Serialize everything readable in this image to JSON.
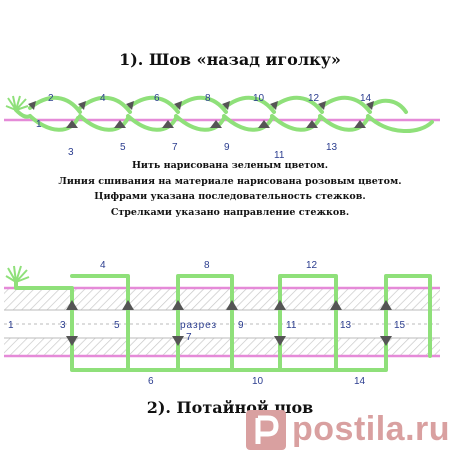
{
  "diagram_1": {
    "title": "1). Шов «назад иголку»",
    "top_numbers": [
      "2",
      "4",
      "6",
      "8",
      "10",
      "12",
      "14"
    ],
    "bottom_numbers": [
      "1",
      "3",
      "5",
      "7",
      "9",
      "11",
      "13"
    ]
  },
  "notes": [
    "Нить нарисована зеленым цветом.",
    "Линия сшивания на материале нарисована розовым цветом.",
    "Цифрами указана последовательность стежков.",
    "Стрелками указано направление стежков."
  ],
  "diagram_2": {
    "title": "2). Потайной шов",
    "cut_label": "разрез",
    "labels_top": [
      "4",
      "8",
      "12"
    ],
    "labels_bottom": [
      "6",
      "10",
      "14"
    ],
    "labels_middle": [
      "1",
      "3",
      "5",
      "7",
      "9",
      "11",
      "13",
      "15"
    ]
  },
  "watermark": {
    "text": "postila.ru"
  },
  "colors": {
    "thread_green": "#8fe07a",
    "seam_pink": "#e58ad8",
    "fabric_hatch": "#c8c8c8",
    "arrow": "#555555",
    "number_blue": "#2b3d8f"
  }
}
